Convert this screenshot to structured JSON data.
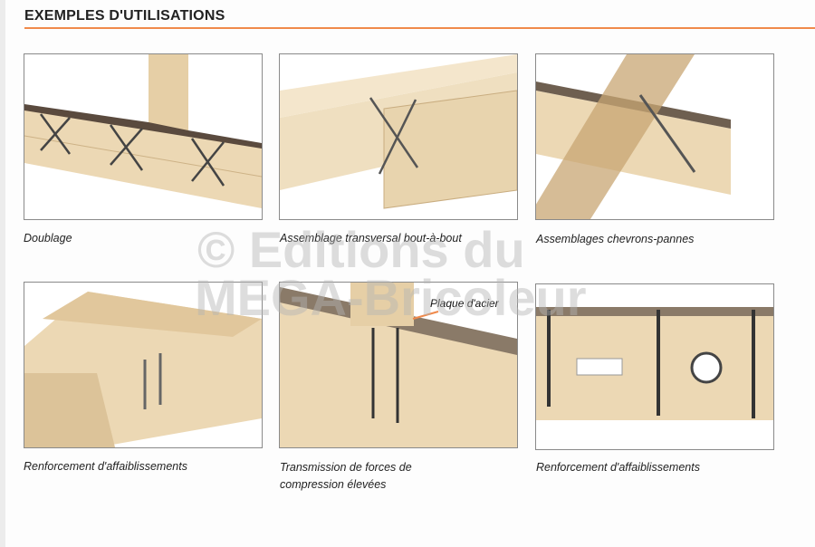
{
  "header": {
    "title": "EXEMPLES D'UTILISATIONS"
  },
  "examples": [
    {
      "caption": "Doublage"
    },
    {
      "caption": "Assemblage transversal bout-à-bout"
    },
    {
      "caption": "Assemblages chevrons-pannes"
    },
    {
      "caption": "Renforcement d'affaiblissements"
    },
    {
      "caption_line1": "Transmission de forces de",
      "caption_line2": "compression élevées",
      "annotation": "Plaque d'acier"
    },
    {
      "caption": "Renforcement d'affaiblissements"
    }
  ],
  "watermark": {
    "line1": "© Editions du",
    "line2": "MEGA-Bricoleur"
  },
  "colors": {
    "accent": "#f08a4b",
    "wood": "#ecd8b4",
    "wood_dark": "#d9bf95",
    "wood_top": "#7a6a5a"
  }
}
